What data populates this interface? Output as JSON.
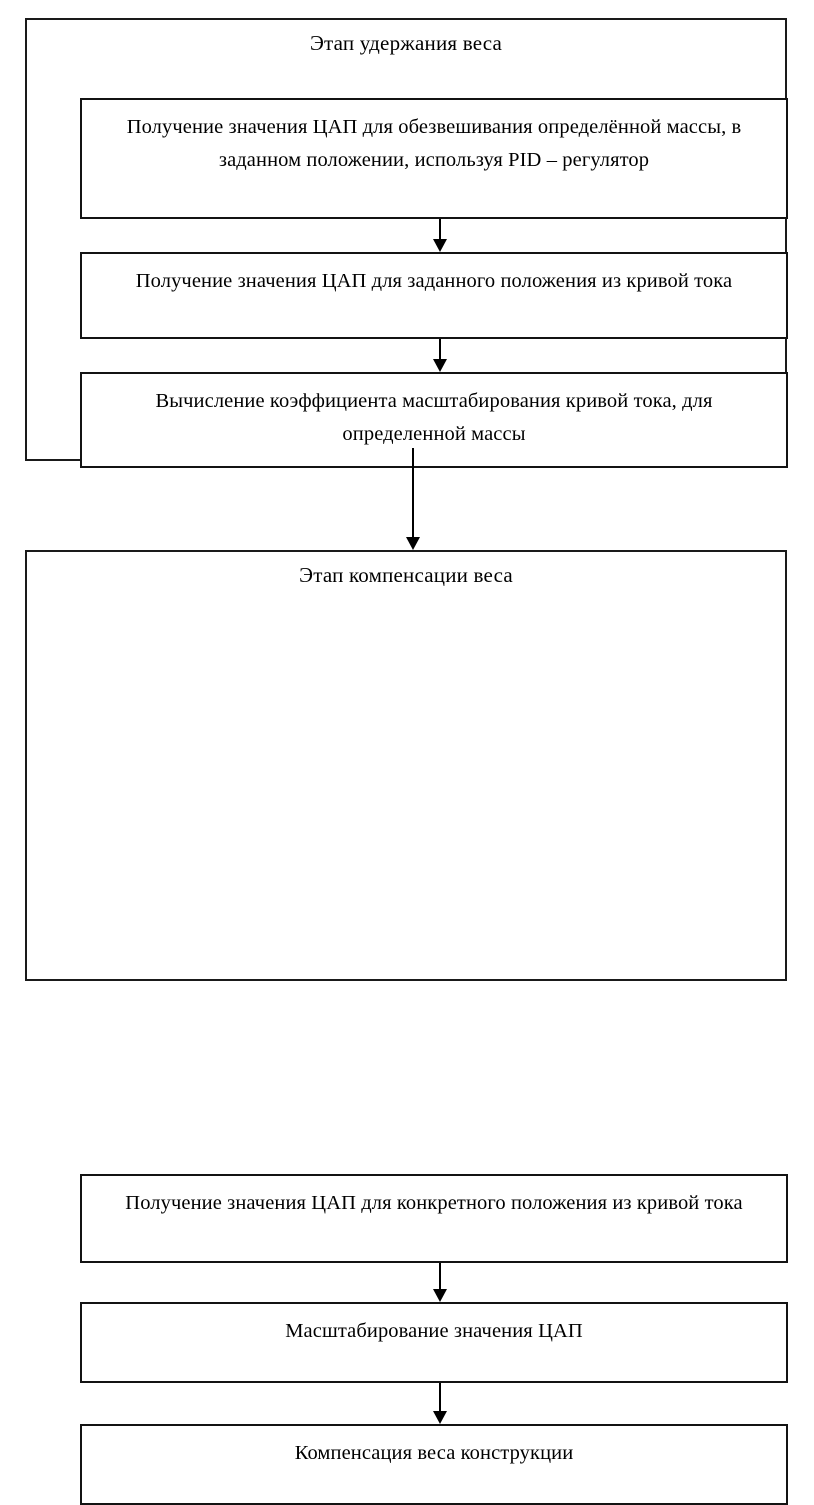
{
  "diagram": {
    "type": "flowchart",
    "orientation": "vertical",
    "language": "ru",
    "stages": [
      {
        "id": "hold",
        "title": "Этап удержания веса",
        "steps": [
          {
            "id": "step-1",
            "text": "Получение значения ЦАП для обезвешивания определённой массы, в заданном положении, используя PID – регулятор"
          },
          {
            "id": "step-2",
            "text": "Получение значения ЦАП для заданного положения из кривой тока"
          },
          {
            "id": "step-3",
            "text": "Вычисление коэффициента масштабирования кривой тока, для определенной массы"
          }
        ]
      },
      {
        "id": "comp",
        "title": "Этап компенсации веса",
        "steps": [
          {
            "id": "step-4",
            "text": "Получение значения ЦАП для конкретного положения из кривой тока"
          },
          {
            "id": "step-5",
            "text": "Масштабирование значения ЦАП"
          },
          {
            "id": "step-6",
            "text": "Компенсация веса конструкции"
          }
        ]
      }
    ],
    "connectors": [
      {
        "id": "arrow-1",
        "from": "step-1",
        "to": "step-2",
        "glyph": "arrow-down"
      },
      {
        "id": "arrow-2",
        "from": "step-2",
        "to": "step-3",
        "glyph": "arrow-down"
      },
      {
        "id": "arrow-3",
        "from": "hold",
        "to": "comp",
        "glyph": "arrow-down"
      },
      {
        "id": "arrow-4",
        "from": "step-4",
        "to": "step-5",
        "glyph": "arrow-down"
      },
      {
        "id": "arrow-5",
        "from": "step-5",
        "to": "step-6",
        "glyph": "arrow-down"
      }
    ],
    "colors": {
      "background": "#ffffff",
      "stroke": "#131313",
      "text": "#000000"
    }
  }
}
